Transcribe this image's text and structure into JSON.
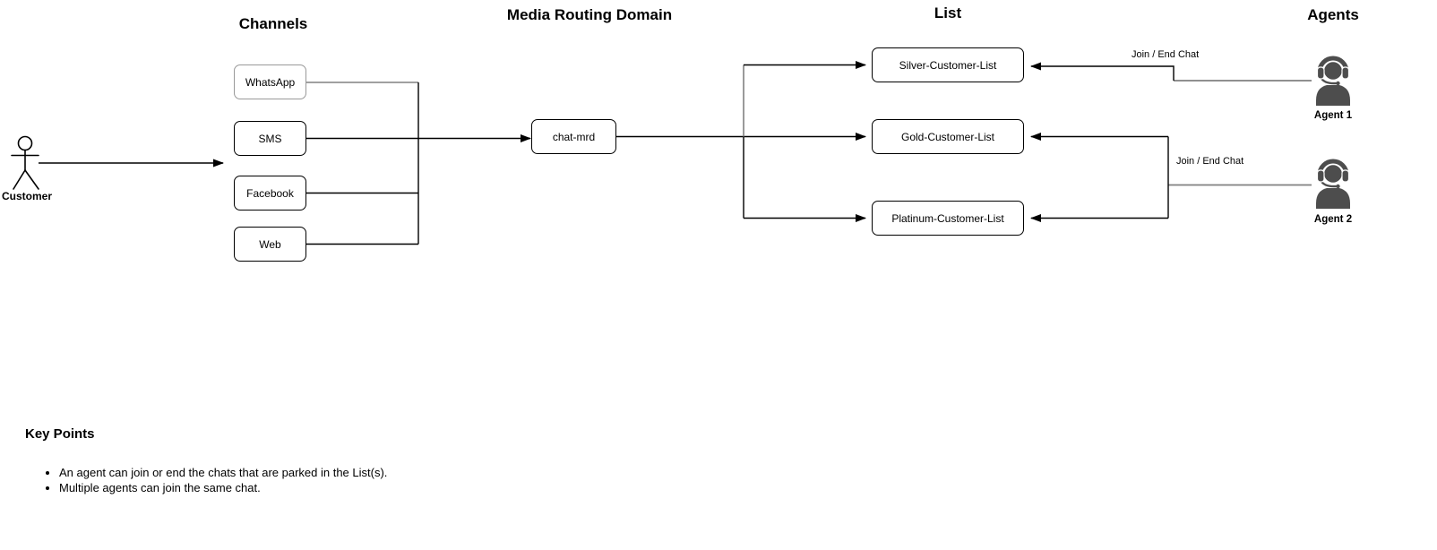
{
  "diagram": {
    "headings": {
      "channels": "Channels",
      "media_routing_domain": "Media Routing Domain",
      "list": "List",
      "agents": "Agents"
    },
    "customer": {
      "label": "Customer"
    },
    "channels": [
      {
        "label": "WhatsApp"
      },
      {
        "label": "SMS"
      },
      {
        "label": "Facebook"
      },
      {
        "label": "Web"
      }
    ],
    "mrd": {
      "label": "chat-mrd"
    },
    "lists": [
      {
        "label": "Silver-Customer-List"
      },
      {
        "label": "Gold-Customer-List"
      },
      {
        "label": "Platinum-Customer-List"
      }
    ],
    "agents": [
      {
        "label": "Agent 1",
        "edge_label": "Join / End Chat"
      },
      {
        "label": "Agent 2",
        "edge_label": "Join / End Chat"
      }
    ],
    "colors": {
      "edge": "#000000",
      "muted_edge": "#808080",
      "whatsapp_border": "#999999",
      "agent_icon": "#4d4d4d",
      "background": "#ffffff"
    }
  },
  "key_points": {
    "title": "Key Points",
    "bullets": [
      "An agent can join or end the chats that are parked in the List(s).",
      "Multiple agents can join the same chat."
    ]
  }
}
